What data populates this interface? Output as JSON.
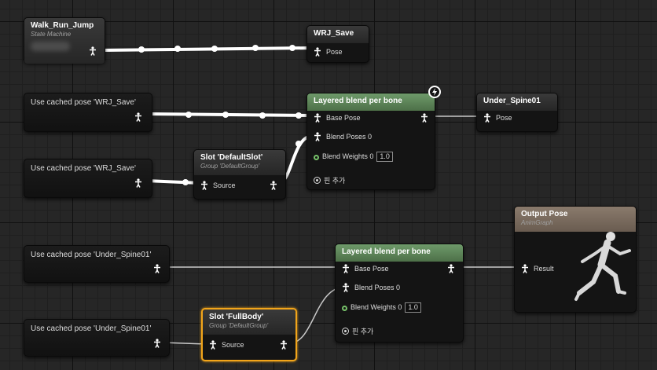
{
  "nodes": {
    "state_machine": {
      "title": "Walk_Run_Jump",
      "subtitle": "State Machine"
    },
    "wrj_save": {
      "title": "WRJ_Save",
      "pin_pose": "Pose"
    },
    "cached_wrj_1": {
      "label": "Use cached pose 'WRJ_Save'"
    },
    "cached_wrj_2": {
      "label": "Use cached pose 'WRJ_Save'"
    },
    "slot_default": {
      "title": "Slot 'DefaultSlot'",
      "subtitle": "Group 'DefaultGroup'",
      "pin_source": "Source"
    },
    "layered_1": {
      "title": "Layered blend per bone",
      "pin_base_pose": "Base Pose",
      "pin_blend_poses": "Blend Poses 0",
      "pin_blend_weights": "Blend Weights 0",
      "blend_weight_value": "1.0",
      "add_pin": "핀 추가"
    },
    "under_spine01": {
      "title": "Under_Spine01",
      "pin_pose": "Pose"
    },
    "cached_us_1": {
      "label": "Use cached pose 'Under_Spine01'"
    },
    "cached_us_2": {
      "label": "Use cached pose 'Under_Spine01'"
    },
    "slot_fullbody": {
      "title": "Slot 'FullBody'",
      "subtitle": "Group 'DefaultGroup'",
      "pin_source": "Source"
    },
    "layered_2": {
      "title": "Layered blend per bone",
      "pin_base_pose": "Base Pose",
      "pin_blend_poses": "Blend Poses 0",
      "pin_blend_weights": "Blend Weights 0",
      "blend_weight_value": "1.0",
      "add_pin": "핀 추가"
    },
    "output_pose": {
      "title": "Output Pose",
      "subtitle": "AnimGraph",
      "pin_result": "Result"
    }
  },
  "icons": {
    "pose_pin": "pose-figure-icon",
    "bolt": "lightning-bolt-icon",
    "weight_pin": "float-pin-icon",
    "add_pin": "add-pin-icon",
    "output_preview": "running-mannequin-icon"
  },
  "colors": {
    "graph_bg": "#262626",
    "node_bg": "#141414",
    "blend_header": "#5b8356",
    "output_header": "#7a6b5e",
    "selected_outline": "#f2a51a",
    "float_pin": "#77c26a",
    "wire": "#ffffff"
  }
}
